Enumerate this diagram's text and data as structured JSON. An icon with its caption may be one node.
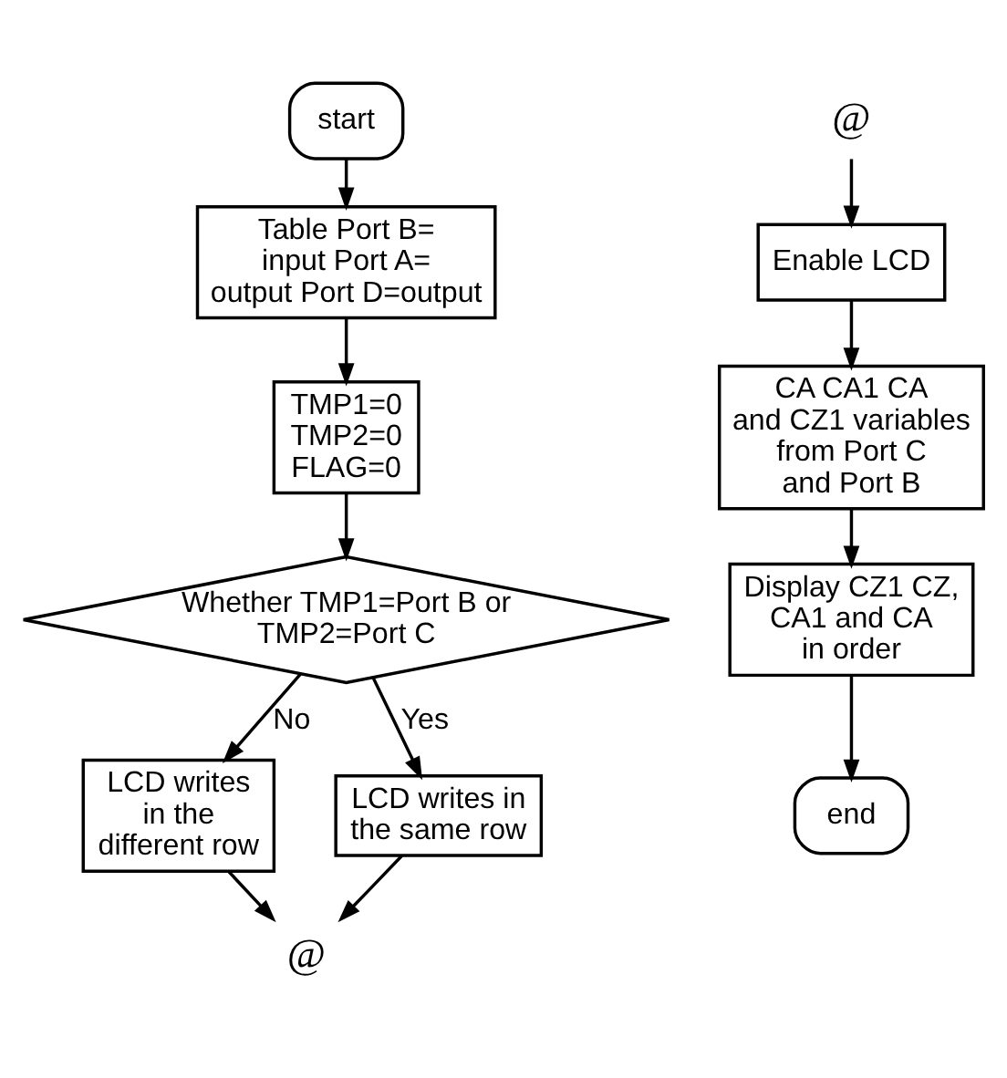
{
  "diagram": {
    "nodes": [
      {
        "text": [
          "start"
        ]
      },
      {
        "text": [
          "Table Port B= input Port A= output Port D=output"
        ]
      },
      {
        "text": [
          "TMP1=0 TMP2=0 FLAG=0"
        ]
      },
      {
        "text": [
          "Whether TMP1=Port B or TMP2=Port C"
        ]
      },
      {
        "text": [
          "LCD writes in the different row"
        ]
      },
      {
        "text": [
          "LCD writes in the same row"
        ]
      },
      {
        "text": [
          "@"
        ]
      },
      {
        "text": [
          "@"
        ]
      },
      {
        "text": [
          "Enable LCD"
        ]
      },
      {
        "text": [
          "CA CA1 CA and CZ1 variables from Port C and Port B"
        ]
      },
      {
        "text": [
          "Display CZ1 CZ, CA1 and CA in order"
        ]
      },
      {
        "text": [
          "end"
        ]
      }
    ],
    "edges": [
      {
        "from": 0,
        "to": 1,
        "arrow": "to"
      },
      {
        "from": 1,
        "to": 2,
        "arrow": "to"
      },
      {
        "from": 2,
        "to": 3,
        "arrow": "to"
      },
      {
        "from": 3,
        "to": 4,
        "arrow": "to",
        "label": "No"
      },
      {
        "from": 3,
        "to": 5,
        "arrow": "to",
        "label": "Yes"
      },
      {
        "from": 4,
        "to": 6,
        "arrow": "to"
      },
      {
        "from": 5,
        "to": 6,
        "arrow": "to"
      },
      {
        "from": 7,
        "to": 8,
        "arrow": "to"
      },
      {
        "from": 8,
        "to": 9,
        "arrow": "to"
      },
      {
        "from": 9,
        "to": 10,
        "arrow": "to"
      },
      {
        "from": 10,
        "to": 11,
        "arrow": "to"
      }
    ]
  }
}
